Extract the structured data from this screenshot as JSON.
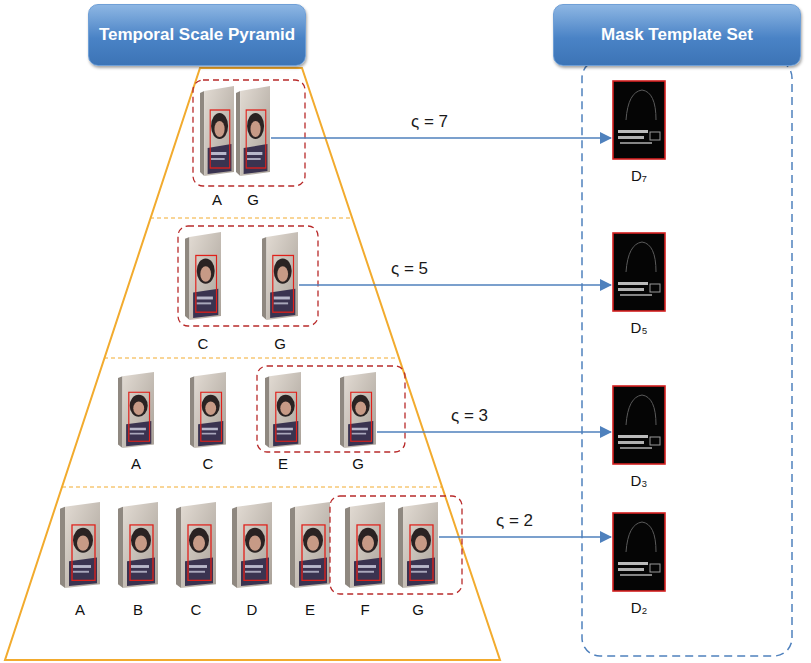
{
  "diagram": {
    "nodes": [
      {
        "text": [
          "Temporal Scale Pyramid"
        ]
      },
      {
        "text": [
          "Mask Template Set"
        ]
      },
      {
        "text": [
          "A"
        ]
      },
      {
        "text": [
          "G"
        ]
      },
      {
        "text": [
          "D₇"
        ]
      },
      {
        "text": [
          "C"
        ]
      },
      {
        "text": [
          "G"
        ]
      },
      {
        "text": [
          "D₅"
        ]
      },
      {
        "text": [
          "A"
        ]
      },
      {
        "text": [
          "C"
        ]
      },
      {
        "text": [
          "E"
        ]
      },
      {
        "text": [
          "G"
        ]
      },
      {
        "text": [
          "D₃"
        ]
      },
      {
        "text": [
          "A"
        ]
      },
      {
        "text": [
          "B"
        ]
      },
      {
        "text": [
          "C"
        ]
      },
      {
        "text": [
          "D"
        ]
      },
      {
        "text": [
          "E"
        ]
      },
      {
        "text": [
          "F"
        ]
      },
      {
        "text": [
          "G"
        ]
      },
      {
        "text": [
          "D₂"
        ]
      }
    ],
    "edges": [
      {
        "from": 3,
        "to": 4,
        "arrow": "to",
        "label": "ς = 7"
      },
      {
        "from": 6,
        "to": 7,
        "arrow": "to",
        "label": "ς = 5"
      },
      {
        "from": 11,
        "to": 12,
        "arrow": "to",
        "label": "ς = 3"
      },
      {
        "from": 19,
        "to": 20,
        "arrow": "to",
        "label": "ς = 2"
      }
    ]
  }
}
